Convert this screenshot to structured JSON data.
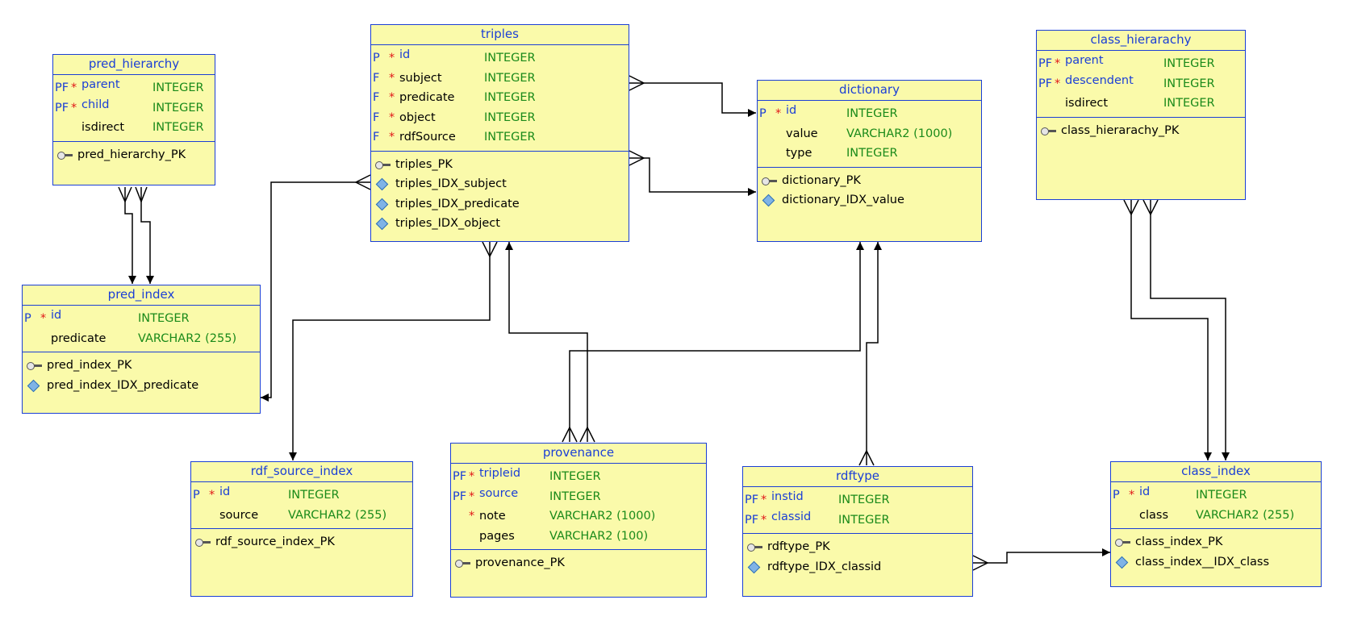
{
  "entities": {
    "pred_hierarchy": {
      "title": "pred_hierarchy",
      "columns": [
        {
          "flag": "PF",
          "req": "*",
          "name": "parent",
          "type": "INTEGER"
        },
        {
          "flag": "PF",
          "req": "*",
          "name": "child",
          "type": "INTEGER"
        },
        {
          "flag": "",
          "req": "",
          "name": "isdirect",
          "type": "INTEGER"
        }
      ],
      "keys": [
        "pred_hierarchy_PK"
      ]
    },
    "triples": {
      "title": "triples",
      "columns": [
        {
          "flag": "P",
          "req": "*",
          "name": "id",
          "type": "INTEGER"
        },
        {
          "flag": "F",
          "req": "*",
          "name": "subject",
          "type": "INTEGER"
        },
        {
          "flag": "F",
          "req": "*",
          "name": "predicate",
          "type": "INTEGER"
        },
        {
          "flag": "F",
          "req": "*",
          "name": "object",
          "type": "INTEGER"
        },
        {
          "flag": "F",
          "req": "*",
          "name": "rdfSource",
          "type": "INTEGER"
        }
      ],
      "keys": [
        "triples_PK",
        "triples_IDX_subject",
        "triples_IDX_predicate",
        "triples_IDX_object"
      ]
    },
    "dictionary": {
      "title": "dictionary",
      "columns": [
        {
          "flag": "P",
          "req": "*",
          "name": "id",
          "type": "INTEGER"
        },
        {
          "flag": "",
          "req": "",
          "name": "value",
          "type": "VARCHAR2 (1000)"
        },
        {
          "flag": "",
          "req": "",
          "name": "type",
          "type": "INTEGER"
        }
      ],
      "keys": [
        "dictionary_PK",
        "dictionary_IDX_value"
      ]
    },
    "class_hierarachy": {
      "title": "class_hierarachy",
      "columns": [
        {
          "flag": "PF",
          "req": "*",
          "name": "parent",
          "type": "INTEGER"
        },
        {
          "flag": "PF",
          "req": "*",
          "name": "descendent",
          "type": "INTEGER"
        },
        {
          "flag": "",
          "req": "",
          "name": "isdirect",
          "type": "INTEGER"
        }
      ],
      "keys": [
        "class_hierarachy_PK"
      ]
    },
    "pred_index": {
      "title": "pred_index",
      "columns": [
        {
          "flag": "P",
          "req": "*",
          "name": "id",
          "type": "INTEGER"
        },
        {
          "flag": "",
          "req": "",
          "name": "predicate",
          "type": "VARCHAR2 (255)"
        }
      ],
      "keys": [
        "pred_index_PK",
        "pred_index_IDX_predicate"
      ]
    },
    "rdf_source_index": {
      "title": "rdf_source_index",
      "columns": [
        {
          "flag": "P",
          "req": "*",
          "name": "id",
          "type": "INTEGER"
        },
        {
          "flag": "",
          "req": "",
          "name": "source",
          "type": "VARCHAR2 (255)"
        }
      ],
      "keys": [
        "rdf_source_index_PK"
      ]
    },
    "provenance": {
      "title": "provenance",
      "columns": [
        {
          "flag": "PF",
          "req": "*",
          "name": "tripleid",
          "type": "INTEGER"
        },
        {
          "flag": "PF",
          "req": "*",
          "name": "source",
          "type": "INTEGER"
        },
        {
          "flag": "",
          "req": "*",
          "name": "note",
          "type": "VARCHAR2 (1000)"
        },
        {
          "flag": "",
          "req": "",
          "name": "pages",
          "type": "VARCHAR2 (100)"
        }
      ],
      "keys": [
        "provenance_PK"
      ]
    },
    "rdftype": {
      "title": "rdftype",
      "columns": [
        {
          "flag": "PF",
          "req": "*",
          "name": "instid",
          "type": "INTEGER"
        },
        {
          "flag": "PF",
          "req": "*",
          "name": "classid",
          "type": "INTEGER"
        }
      ],
      "keys": [
        "rdftype_PK",
        "rdftype_IDX_classid"
      ]
    },
    "class_index": {
      "title": "class_index",
      "columns": [
        {
          "flag": "P",
          "req": "*",
          "name": "id",
          "type": "INTEGER"
        },
        {
          "flag": "",
          "req": "",
          "name": "class",
          "type": "VARCHAR2 (255)"
        }
      ],
      "keys": [
        "class_index_PK",
        "class_index__IDX_class"
      ]
    }
  },
  "colors": {
    "entity_fill": "#fafaaa",
    "entity_border": "#1b3fd6",
    "key_flag": "#1b3fd6",
    "required_star": "#e01818",
    "datatype": "#1a8a1a",
    "connector": "#000000"
  }
}
